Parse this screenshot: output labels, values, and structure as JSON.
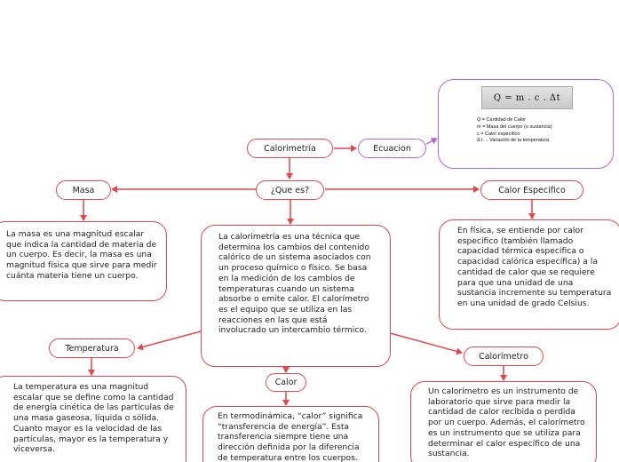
{
  "nodes": {
    "calorimetria": "Calorimetría",
    "ecuacion": "Ecuacion",
    "que_es": "¿Que es?",
    "masa": "Masa",
    "calor_especifico": "Calor Especifico",
    "temperatura": "Temperatura",
    "calor": "Calor",
    "calorimetro": "Calorímetro"
  },
  "texts": {
    "que_es": "La calorimetría es una técnica que determina los cambios del contenido calórico de un sistema asociados con un proceso químico o físico. Se basa en la medición de los cambios de temperaturas cuando un sistema absorbe o emite calor. El calorímetro es el equipo que se utiliza en las reacciones en las que está involucrado un intercambio térmico.",
    "masa": "La masa es una magnitud escalar que indica la cantidad de materia de un cuerpo. Es decir, la masa es una magnitud física que sirve para medir cuánta materia tiene un cuerpo.",
    "calor_especifico": "En física, se entiende por calor específico (también llamado capacidad térmica específica o capacidad calórica específica) a la cantidad de calor que se requiere para que una unidad de una sustancia incremente su temperatura en una unidad de grado Celsius.",
    "temperatura": "La temperatura es una magnitud escalar que se define como la cantidad de energía cinética de las partículas de una masa gaseosa, líquida o sólida. Cuanto mayor es la velocidad de las partículas, mayor es la temperatura y viceversa.",
    "calor": "En termodinámica, “calor” significa “transferencia de energía”. Esta transferencia siempre tiene una dirección definida por la diferencia de temperatura entre los cuerpos.",
    "calorimetro": "Un calorímetro es un instrumento de laboratorio que sirve para medir la cantidad de calor recibida o perdida por un cuerpo. Además, el calorímetro es un instrumento que se utiliza para determinar el calor específico de una sustancia."
  },
  "ecuacion": {
    "formula": "Q = m . c . Δt",
    "legend": [
      "Q = Cantidad de Calor",
      "m = Masa del cuerpo (o sustancia)",
      "c = Calor específico",
      "Δ t ... Variación de la temperatura"
    ]
  },
  "colors": {
    "node_border": "#e0474c",
    "ecuacion_border": "#b266d8",
    "link": "#e0474c"
  }
}
